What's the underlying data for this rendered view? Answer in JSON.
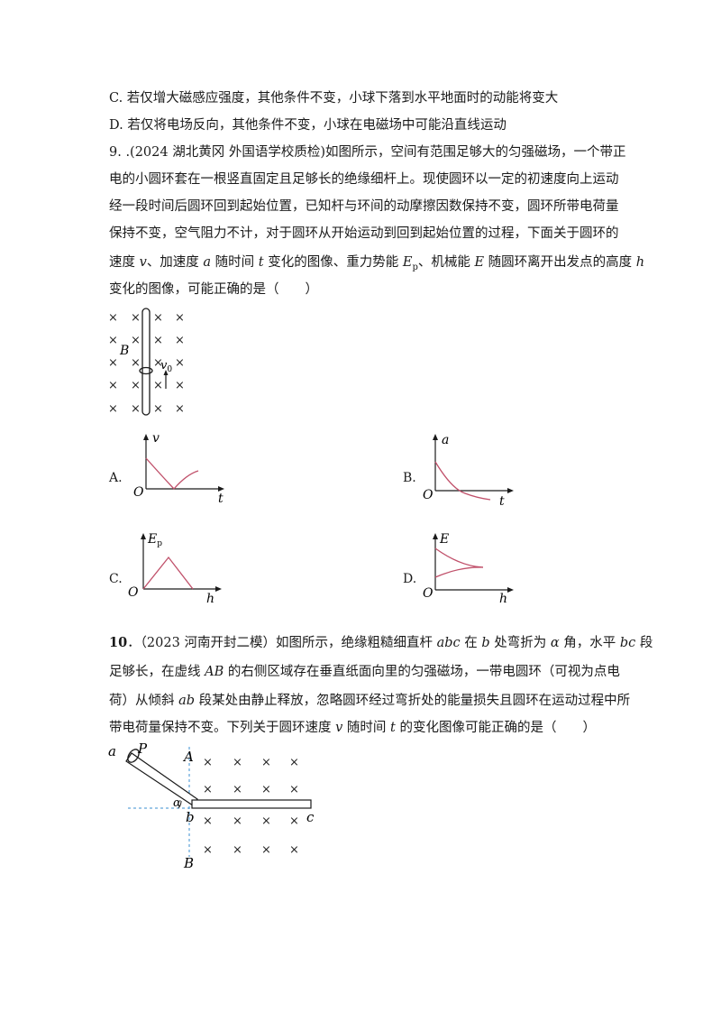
{
  "q8": {
    "option_c": "C. 若仅增大磁感应强度，其他条件不变，小球下落到水平地面时的动能将变大",
    "option_d": "D. 若仅将电场反向，其他条件不变，小球在电磁场中可能沿直线运动"
  },
  "q9": {
    "line1": "9. .(2024 湖北黄冈 外国语学校质检)如图所示，空间有范围足够大的匀强磁场，一个带正",
    "line2": "电的小圆环套在一根竖直固定且足够长的绝缘细杆上。现使圆环以一定的初速度向上运动",
    "line3": "经一段时间后圆环回到起始位置，已知杆与环间的动摩擦因数保持不变，圆环所带电荷量",
    "line4": "保持不变，空气阻力不计，对于圆环从开始运动到回到起始位置的过程，下面关于圆环的",
    "line5_a": "速度 ",
    "line5_v": "v",
    "line5_b": "、加速度 ",
    "line5_a2": "a",
    "line5_c": " 随时间 ",
    "line5_t": "t",
    "line5_d": " 变化的图像、重力势能 ",
    "line5_ep": "E",
    "line5_ep_sub": "p",
    "line5_e": "、机械能 ",
    "line5_E": "E",
    "line5_f": " 随圆环离开出发点的高度 ",
    "line5_h": "h",
    "line6": "变化的图像，可能正确的是（　　）",
    "figure": {
      "field_label": "B",
      "velocity_label": "v",
      "velocity_sub": "0",
      "cross": "×"
    },
    "graphs": [
      {
        "option": "A.",
        "y_label": "v",
        "x_label": "t",
        "origin": "O"
      },
      {
        "option": "B.",
        "y_label": "a",
        "x_label": "t",
        "origin": "O"
      },
      {
        "option": "C.",
        "y_label": "E",
        "y_sub": "p",
        "x_label": "h",
        "origin": "O"
      },
      {
        "option": "D.",
        "y_label": "E",
        "x_label": "h",
        "origin": "O"
      }
    ]
  },
  "q10": {
    "number": "10",
    "line1_a": "．（2023 河南开封二模）如图所示，绝缘粗糙细直杆 ",
    "line1_abc": "abc",
    "line1_b": " 在 ",
    "line1_bb": "b",
    "line1_c": " 处弯折为 ",
    "line1_alpha": "α",
    "line1_d": " 角，水平 ",
    "line1_bc": "bc",
    "line1_e": " 段",
    "line2_a": "足够长，在虚线 ",
    "line2_AB": "AB",
    "line2_b": " 的右侧区域存在垂直纸面向里的匀强磁场，一带电圆环（可视为点电",
    "line3_a": "荷）从倾斜 ",
    "line3_ab": "ab",
    "line3_b": " 段某处由静止释放，忽略圆环经过弯折处的能量损失且圆环在运动过程中所",
    "line4_a": "带电荷量保持不变。下列关于圆环速度 ",
    "line4_v": "v",
    "line4_b": " 随时间 ",
    "line4_t": "t",
    "line4_c": " 的变化图像可能正确的是（　　）",
    "figure": {
      "a": "a",
      "P": "P",
      "A": "A",
      "B": "B",
      "b": "b",
      "c": "c",
      "alpha": "α",
      "cross": "×"
    }
  },
  "colors": {
    "text": "#1a1a1a",
    "curve": "#c0506a",
    "dashed": "#3b8fd0"
  }
}
